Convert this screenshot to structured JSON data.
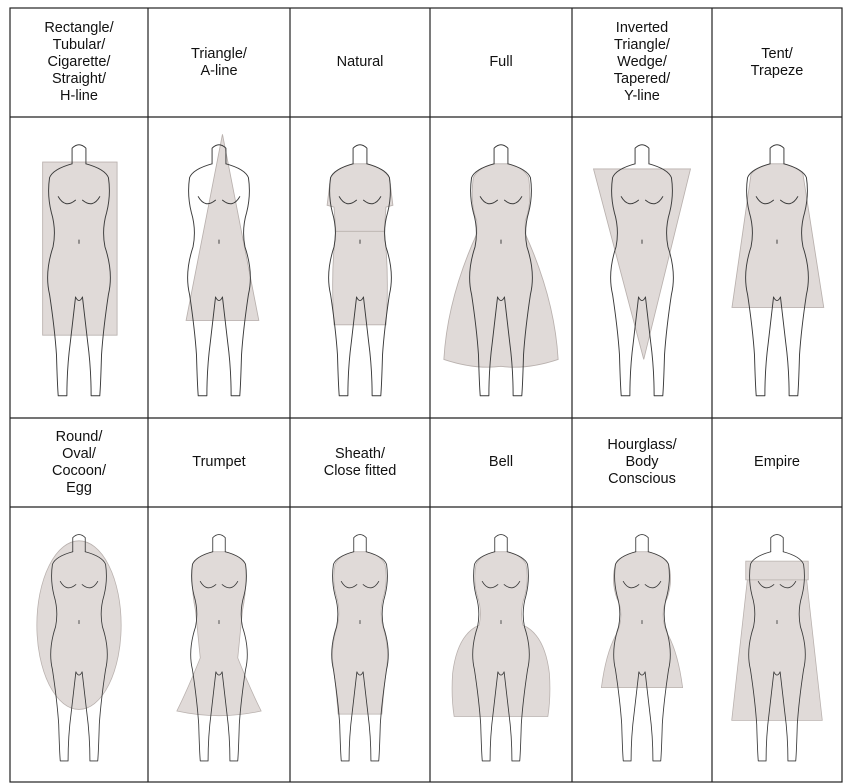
{
  "colors": {
    "fill": "#ddd6d4",
    "fill_edge": "#b9b1ae",
    "body_line": "#3a3a3a",
    "grid_line": "#222222",
    "background": "#ffffff"
  },
  "rows": [
    {
      "cells": [
        {
          "label": "Rectangle/\nTubular/\nCigarette/\nStraight/\nH-line",
          "silhouette": "rectangle"
        },
        {
          "label": "Triangle/\nA-line",
          "silhouette": "triangle"
        },
        {
          "label": "Natural",
          "silhouette": "natural"
        },
        {
          "label": "Full",
          "silhouette": "full"
        },
        {
          "label": "Inverted\nTriangle/\nWedge/\nTapered/\nY-line",
          "silhouette": "inverted-triangle"
        },
        {
          "label": "Tent/\nTrapeze",
          "silhouette": "tent"
        }
      ]
    },
    {
      "cells": [
        {
          "label": "Round/\nOval/\nCocoon/\nEgg",
          "silhouette": "round"
        },
        {
          "label": "Trumpet",
          "silhouette": "trumpet"
        },
        {
          "label": "Sheath/\nClose fitted",
          "silhouette": "sheath"
        },
        {
          "label": "Bell",
          "silhouette": "bell"
        },
        {
          "label": "Hourglass/\nBody\nConscious",
          "silhouette": "hourglass"
        },
        {
          "label": "Empire",
          "silhouette": "empire"
        }
      ]
    }
  ]
}
